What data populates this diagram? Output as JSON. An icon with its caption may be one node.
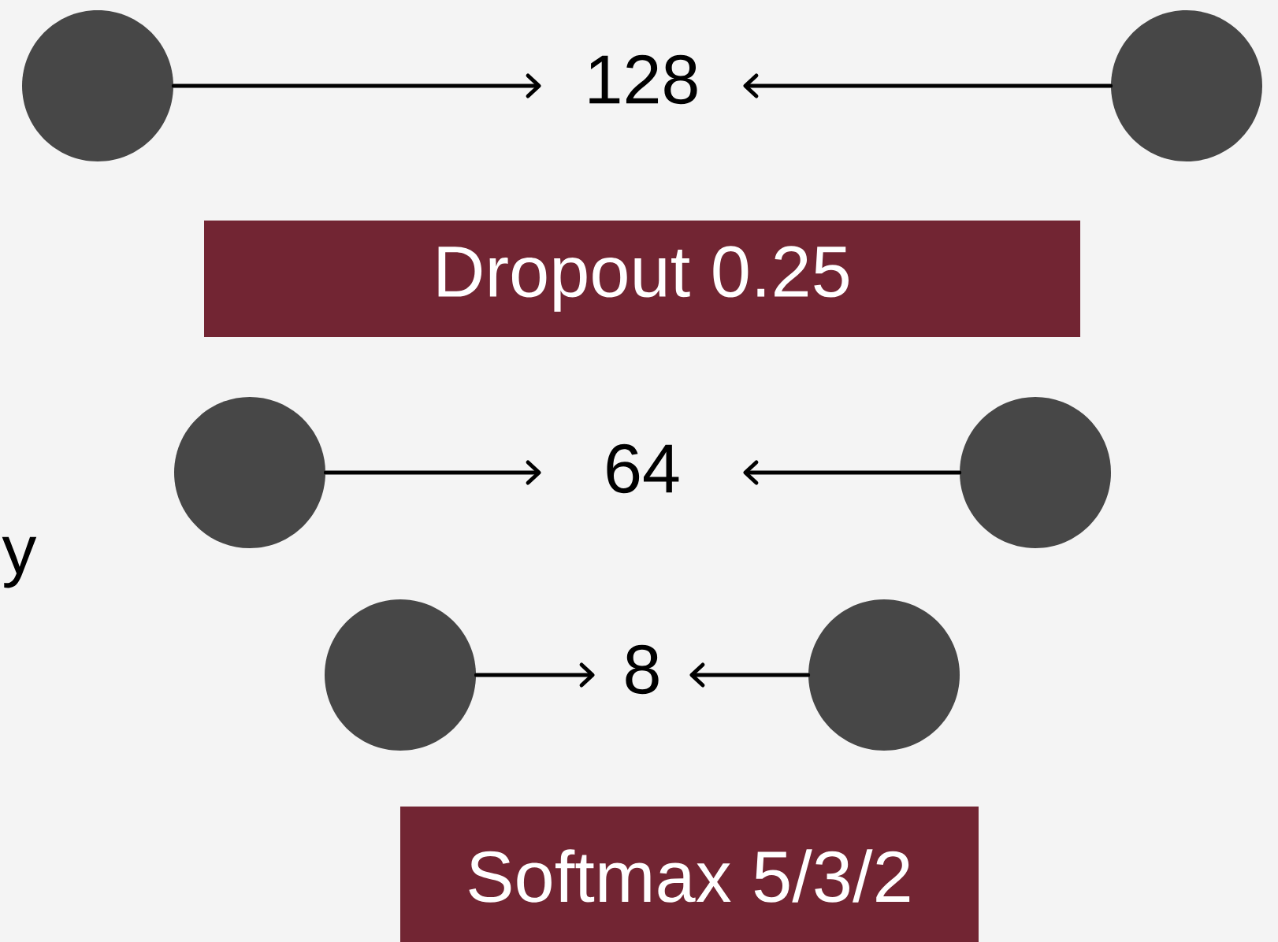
{
  "diagram": {
    "nodes": [
      {
        "text": [],
        "shape": "circle"
      },
      {
        "text": [
          "128"
        ]
      },
      {
        "text": [],
        "shape": "circle"
      },
      {
        "text": [
          "Dropout 0.25"
        ]
      },
      {
        "text": [],
        "shape": "circle"
      },
      {
        "text": [
          "64"
        ]
      },
      {
        "text": [],
        "shape": "circle"
      },
      {
        "text": [],
        "shape": "circle"
      },
      {
        "text": [
          "8"
        ]
      },
      {
        "text": [],
        "shape": "circle"
      },
      {
        "text": [
          "Softmax 5/3/2"
        ]
      }
    ],
    "edges": [
      {
        "from": 0,
        "to": 1,
        "arrow": "to"
      },
      {
        "from": 2,
        "to": 1,
        "arrow": "to"
      },
      {
        "from": 4,
        "to": 5,
        "arrow": "to"
      },
      {
        "from": 6,
        "to": 5,
        "arrow": "to"
      },
      {
        "from": 7,
        "to": 8,
        "arrow": "to"
      },
      {
        "from": 9,
        "to": 8,
        "arrow": "to"
      }
    ],
    "labels": [
      "y"
    ]
  }
}
